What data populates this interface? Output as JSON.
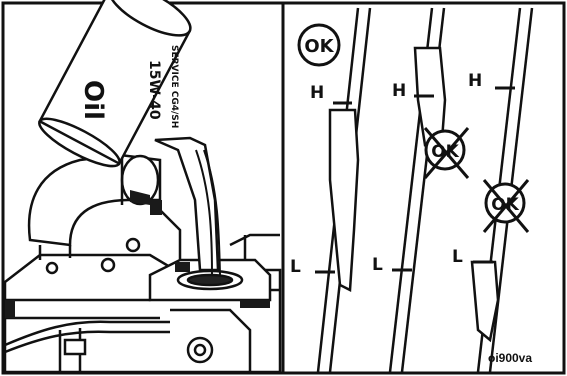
{
  "left_panel": {
    "can_label": "Oil",
    "grade_label": "15W-40",
    "spec_label": "SERVICE CG4/SH"
  },
  "right_panel": {
    "dipsticks": [
      {
        "ok_badge": "OK",
        "status": "ok",
        "high_mark": "H",
        "low_mark": "L"
      },
      {
        "ok_badge": "OK",
        "status": "not-ok",
        "high_mark": "H",
        "low_mark": "L"
      },
      {
        "ok_badge": "OK",
        "status": "not-ok",
        "high_mark": "H",
        "low_mark": "L"
      }
    ]
  },
  "figure_code": "oi900va"
}
